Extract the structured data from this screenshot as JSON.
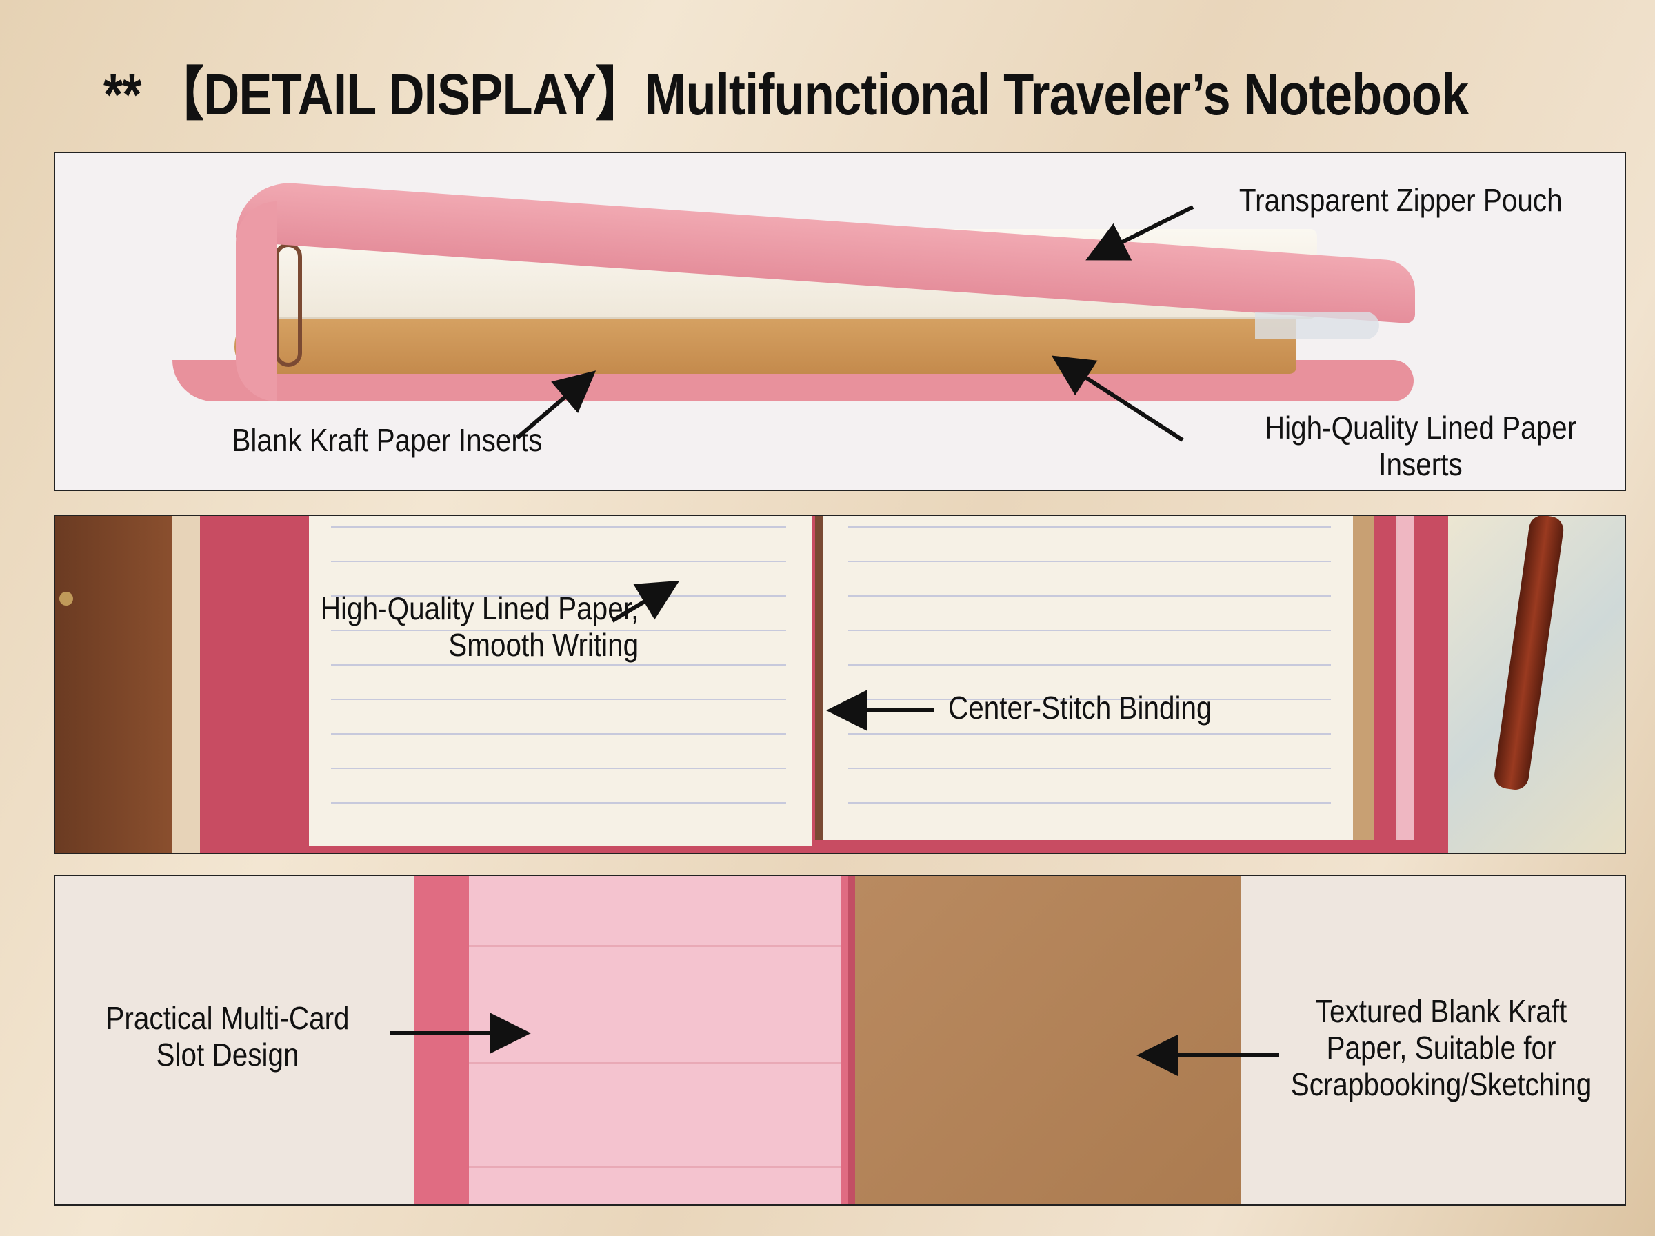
{
  "title": "** 【DETAIL DISPLAY】Multifunctional Traveler’s Notebook",
  "colors": {
    "cover_pink": "#e9909a",
    "cover_deep_pink": "#d2566a",
    "kraft": "#b88a5e",
    "paper_cream": "#f6f0e4",
    "text": "#111111"
  },
  "panels": {
    "top": {
      "labels": {
        "zipper_pouch": "Transparent Zipper Pouch",
        "kraft_inserts": "Blank Kraft Paper Inserts",
        "lined_inserts_line1": "High-Quality Lined Paper",
        "lined_inserts_line2": "Inserts"
      }
    },
    "middle": {
      "labels": {
        "smooth_writing_line1": "High-Quality Lined Paper,",
        "smooth_writing_line2": "Smooth Writing",
        "binding": "Center-Stitch Binding"
      }
    },
    "bottom": {
      "labels": {
        "card_slot_line1": "Practical Multi-Card",
        "card_slot_line2": "Slot Design",
        "kraft_line1": "Textured Blank Kraft",
        "kraft_line2": "Paper, Suitable for",
        "kraft_line3": "Scrapbooking/Sketching"
      }
    }
  }
}
